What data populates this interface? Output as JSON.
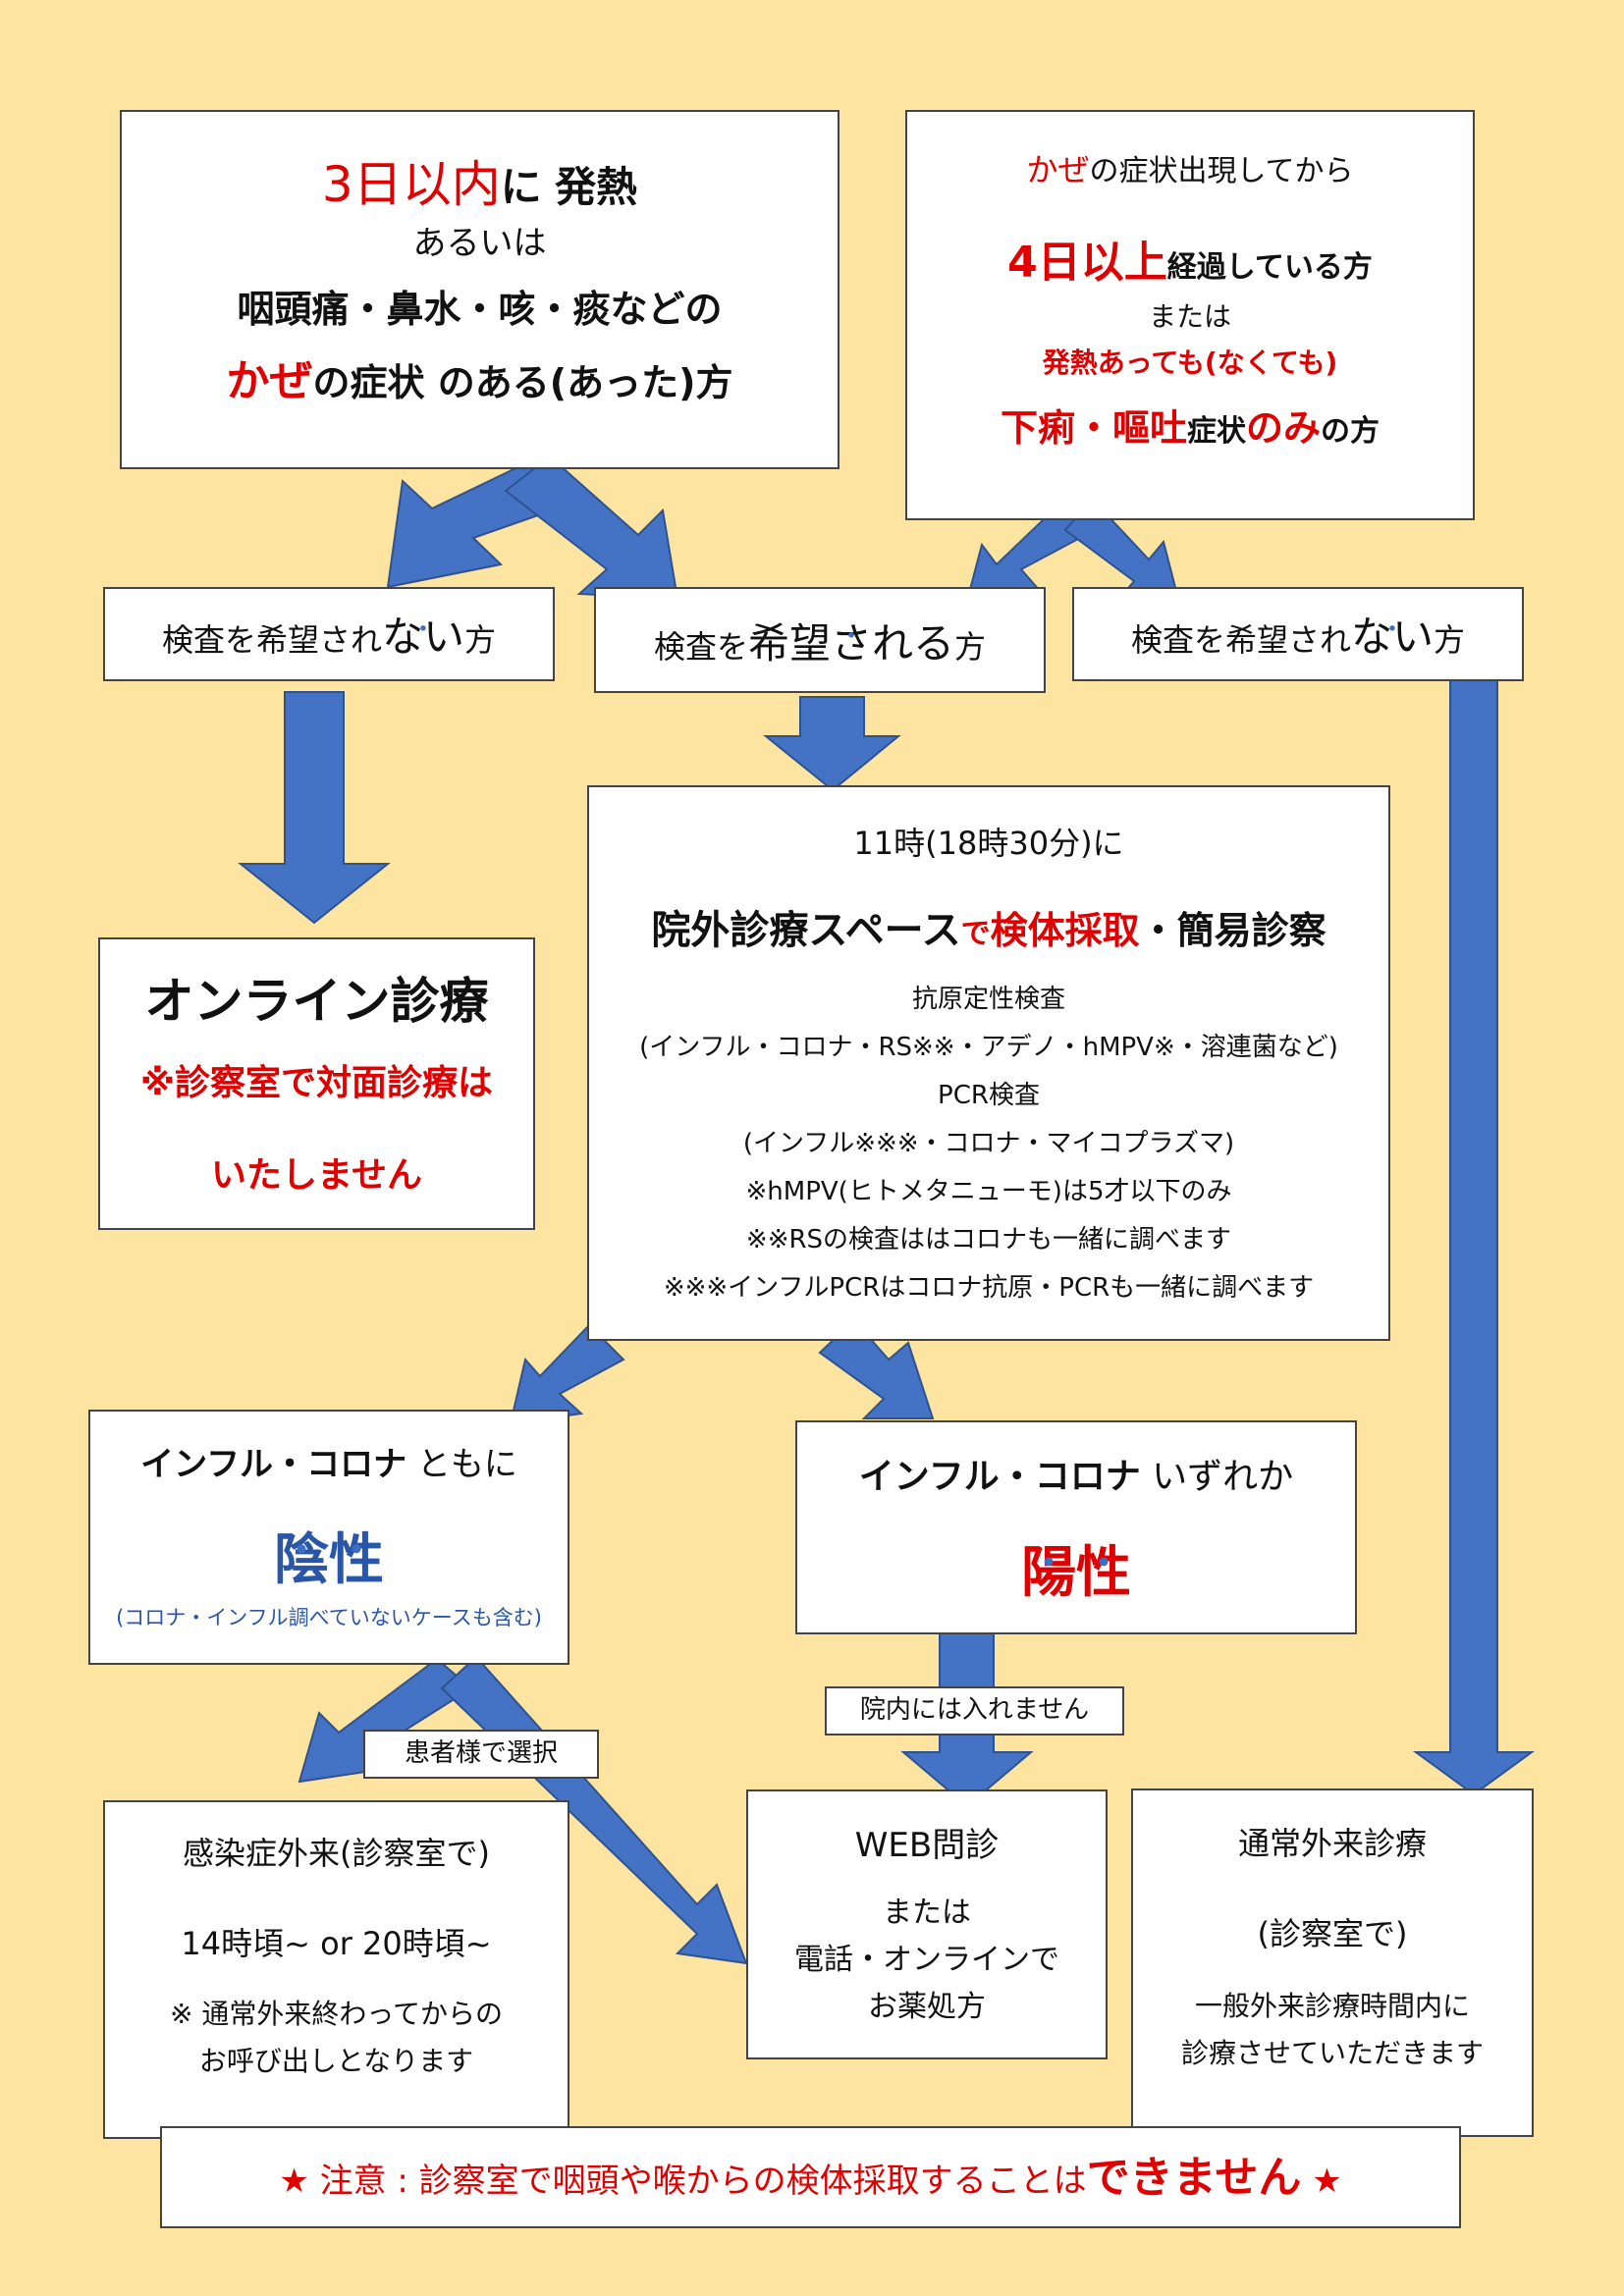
{
  "box_a": {
    "l1_red": "3日以内",
    "l1_mid": "に",
    "l1_end": "発熱",
    "l2": "あるいは",
    "l3": "咽頭痛・鼻水・咳・痰などの",
    "l4_red": "かぜ",
    "l4_rest": "の症状 のある(あった)方"
  },
  "box_b": {
    "l1_red": "かぜ",
    "l1_rest": "の症状出現してから",
    "l2_red": "4日以上",
    "l2_rest": "経過している方",
    "l3": "または",
    "l4": "発熱あっても(なくても)",
    "l5_red1": "下痢・嘔吐",
    "l5_mid": "症状",
    "l5_red2": "のみ",
    "l5_end": "の方"
  },
  "box_c": {
    "pre": "検査を希望され",
    "dots": "ない",
    "end": "方"
  },
  "box_d": {
    "pre": "検査を",
    "dots": "希望される",
    "end": "方"
  },
  "box_e": {
    "pre": "検査を希望され",
    "dots": "ない",
    "end": "方"
  },
  "box_online": {
    "title": "オンライン診療",
    "l2": "※診察室で対面診療は",
    "l3": "いたしません"
  },
  "box_main": {
    "time": "11時(18時30分)に",
    "h_part1": "院外診療スペース",
    "h_part2": "で",
    "h_part3": "検体採取",
    "h_part4": "・簡易診察",
    "l1": "抗原定性検査",
    "l2": "(インフル・コロナ・RS※※・アデノ・hMPV※・溶連菌など)",
    "l3": "PCR検査",
    "l4": "(インフル※※※・コロナ・マイコプラズマ)",
    "l5": "※hMPV(ヒトメタニューモ)は5才以下のみ",
    "l6": "※※RSの検査ははコロナも一緒に調べます",
    "l7": "※※※インフルPCRはコロナ抗原・PCRも一緒に調べます"
  },
  "box_neg": {
    "l1_bold": "インフル・コロナ",
    "l1_rest": "ともに",
    "big_1": "陰",
    "big_2": "性",
    "note": "(コロナ・インフル調べていないケースも含む)"
  },
  "box_pos": {
    "l1_bold": "インフル・コロナ",
    "l1_rest": "いずれか",
    "big_1": "陽",
    "big_2": "性"
  },
  "tag_noentry": "院内には入れません",
  "tag_choose": "患者様で選択",
  "box_infect": {
    "l1": "感染症外来(診察室で)",
    "l2": "14時頃~ or 20時頃~",
    "l3": "※ 通常外来終わってからの",
    "l4": "お呼び出しとなります"
  },
  "box_web": {
    "l1": "WEB問診",
    "l2": "または",
    "l3": "電話・オンラインで",
    "l4": "お薬処方"
  },
  "box_normal": {
    "l1": "通常外来診療",
    "l2": "(診察室で)",
    "l3": "一般外来診療時間内に",
    "l4": "診療させていただきます"
  },
  "footer": {
    "star_l": "★",
    "main": "注意 : 診察室で咽頭や喉からの検体採取することは",
    "red_end": "できません",
    "star_r": "★"
  },
  "colors": {
    "background": "#fde4a0",
    "arrow": "#4472c4",
    "red": "#e00000",
    "blue_text": "#2a56a8"
  }
}
